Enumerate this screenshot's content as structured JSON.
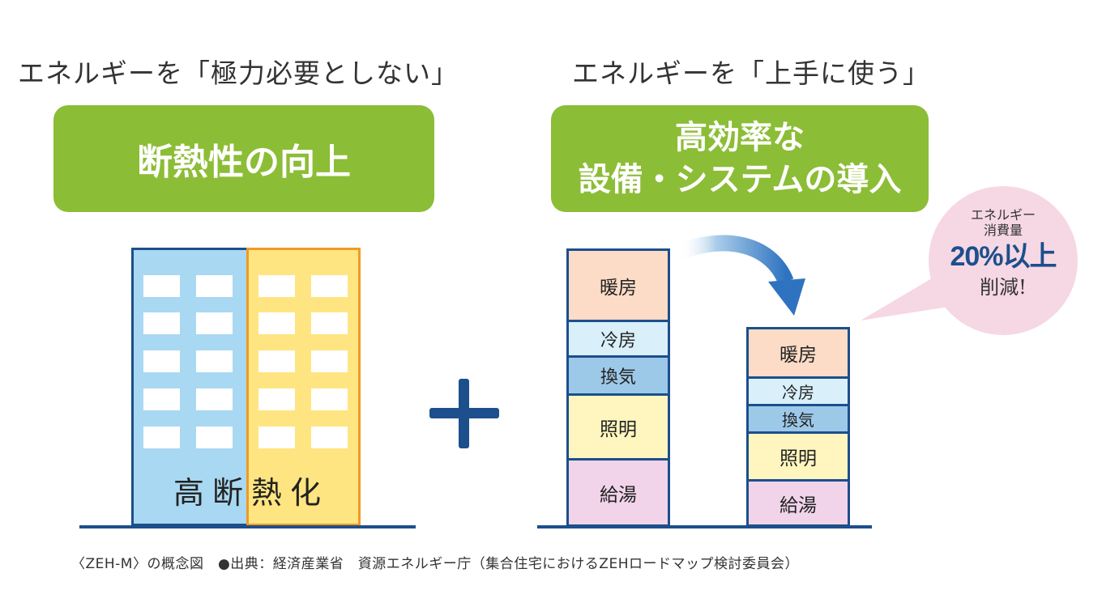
{
  "left": {
    "heading": "エネルギーを「極力必要としない」",
    "box_text": "断熱性の向上",
    "building_label": "高断熱化"
  },
  "right": {
    "heading": "エネルギーを「上手に使う」",
    "box_line1": "高効率な",
    "box_line2": "設備・システムの導入"
  },
  "colors": {
    "green": "#8cbd36",
    "blue_building": "#a9d8f2",
    "yellow_building": "#ffe582",
    "orange_outline": "#f09a24",
    "navy": "#1c4f8c",
    "bubble": "#f6d7e4"
  },
  "plus_icon": "plus-icon",
  "arrow_icon": "curved-arrow-icon",
  "before_stack": [
    {
      "label": "暖房",
      "color": "#fcdcc6"
    },
    {
      "label": "冷房",
      "color": "#d9effa"
    },
    {
      "label": "換気",
      "color": "#9dc9e8"
    },
    {
      "label": "照明",
      "color": "#fff6bf"
    },
    {
      "label": "給湯",
      "color": "#f1d4ea"
    }
  ],
  "after_stack": [
    {
      "label": "暖房",
      "color": "#fcdcc6"
    },
    {
      "label": "冷房",
      "color": "#d9effa"
    },
    {
      "label": "換気",
      "color": "#9dc9e8"
    },
    {
      "label": "照明",
      "color": "#fff6bf"
    },
    {
      "label": "給湯",
      "color": "#f1d4ea"
    }
  ],
  "bubble": {
    "line1": "エネルギー",
    "line2": "消費量",
    "highlight": "20%以上",
    "line4": "削減!"
  },
  "footer": "〈ZEH-M〉の概念図　●出典：経済産業省　資源エネルギー庁（集合住宅におけるZEHロードマップ検討委員会）"
}
